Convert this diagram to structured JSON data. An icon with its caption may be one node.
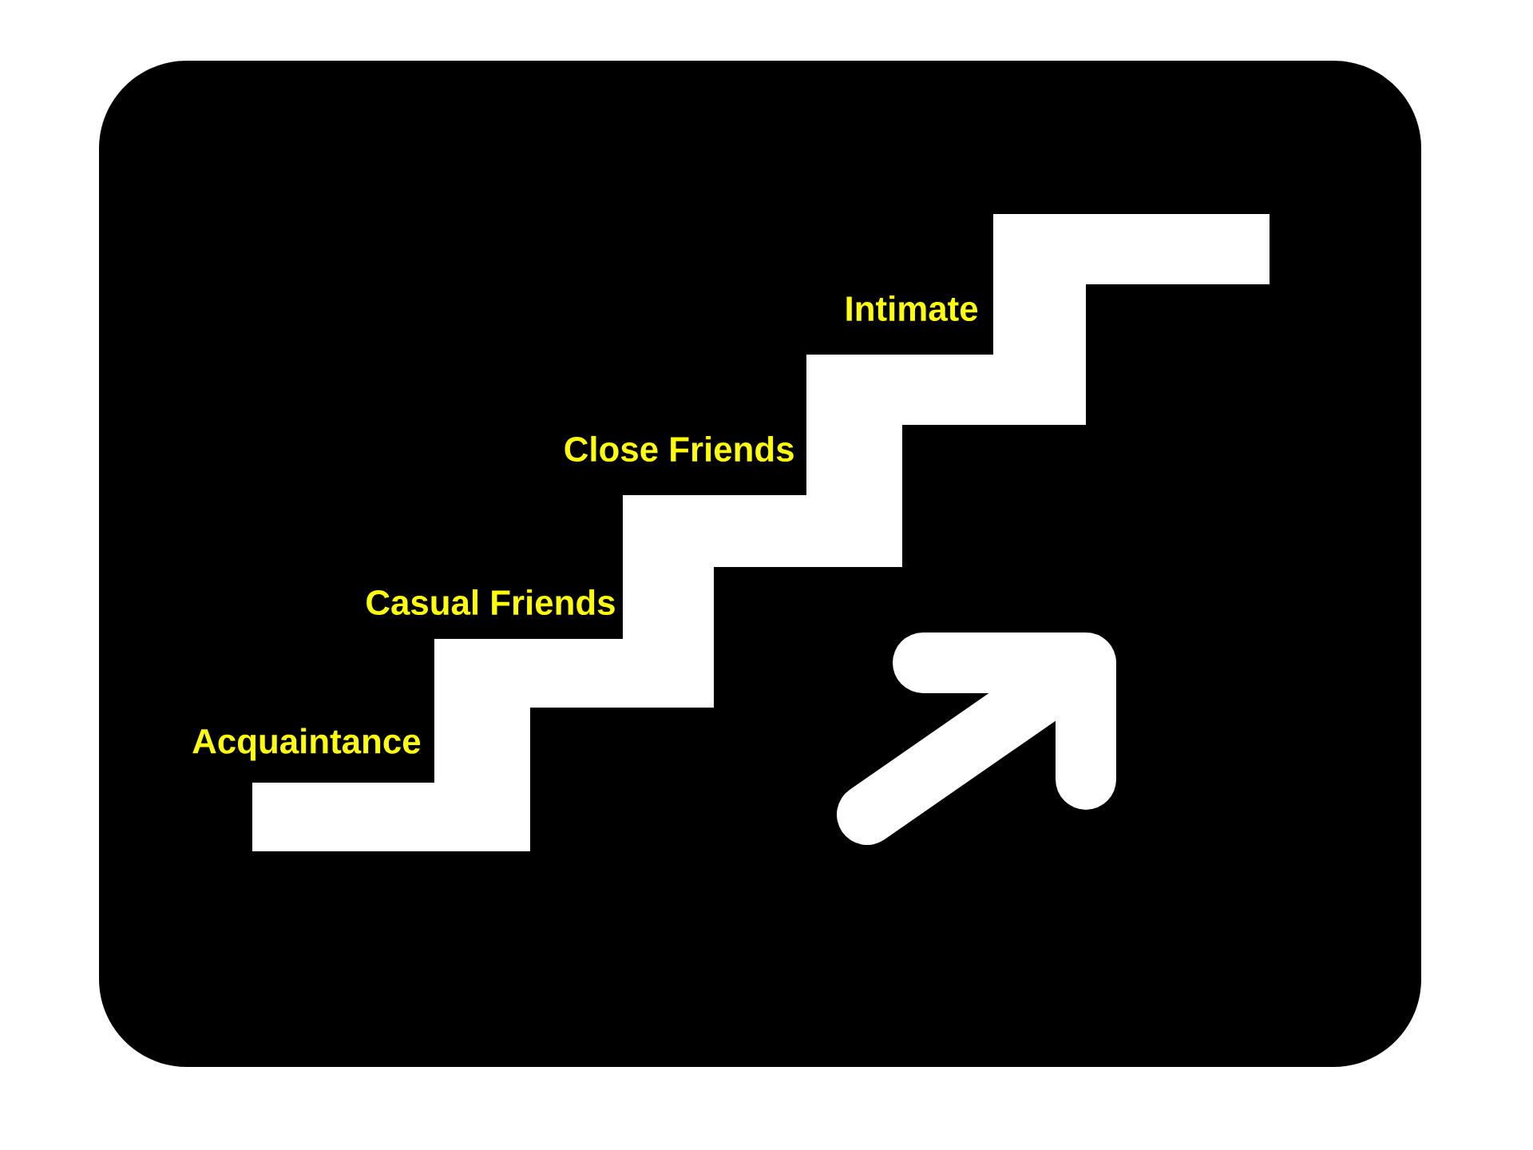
{
  "diagram": {
    "labels": [
      "Acquaintance",
      "Casual Friends",
      "Close Friends",
      "Intimate"
    ]
  }
}
